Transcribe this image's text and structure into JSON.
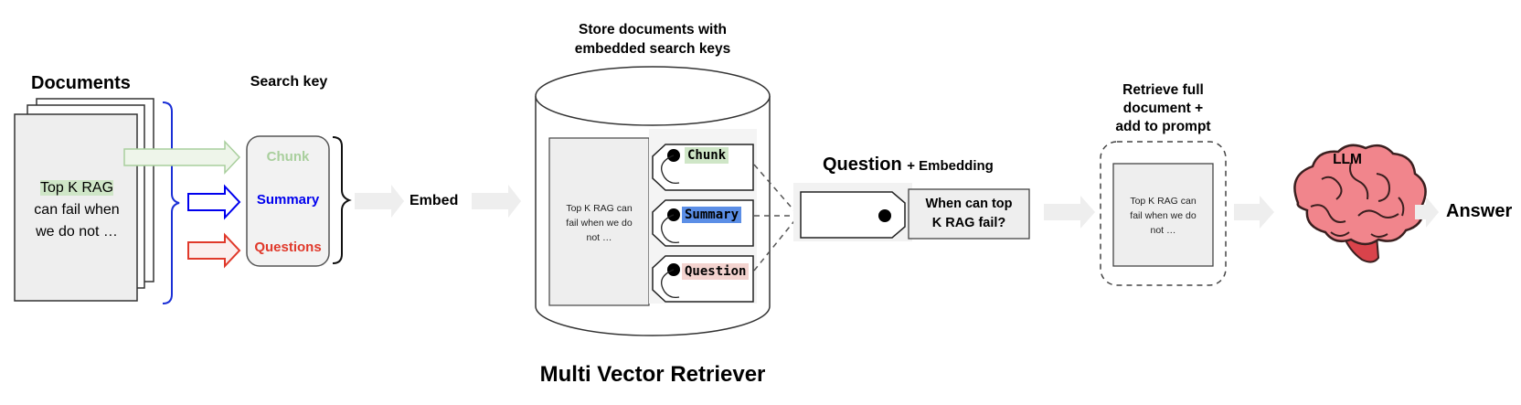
{
  "documents": {
    "title": "Documents",
    "highlight": "Top K RAG",
    "line2": "can fail when",
    "line3": "we do not …"
  },
  "search_key": {
    "title": "Search key",
    "chunk": "Chunk",
    "summary": "Summary",
    "questions": "Questions"
  },
  "embed_label": "Embed",
  "store": {
    "title_line1": "Store documents with",
    "title_line2": "embedded search keys",
    "doc_line1": "Top K RAG can",
    "doc_line2": "fail when we do",
    "doc_line3": "not …",
    "tag_chunk": "Chunk",
    "tag_summary": "Summary",
    "tag_question": "Question"
  },
  "question": {
    "title": "Question",
    "suffix": "+ Embedding",
    "text_line1": "When can top",
    "text_line2": "K RAG fail?"
  },
  "retrieve": {
    "title_line1": "Retrieve full",
    "title_line2": "document +",
    "title_line3": "add to prompt",
    "doc_line1": "Top K RAG can",
    "doc_line2": "fail when we do",
    "doc_line3": "not …"
  },
  "llm_label": "LLM",
  "answer_label": "Answer",
  "footer_title": "Multi Vector Retriever",
  "colors": {
    "chunk": "#a9cf9d",
    "summary": "#0000ee",
    "questions": "#e0392b",
    "summary_tag_bg": "#5b8ee6",
    "question_tag_bg": "#f3d3cf",
    "chunk_tag_bg": "#cfe6c7",
    "brain": "#e5535b"
  }
}
